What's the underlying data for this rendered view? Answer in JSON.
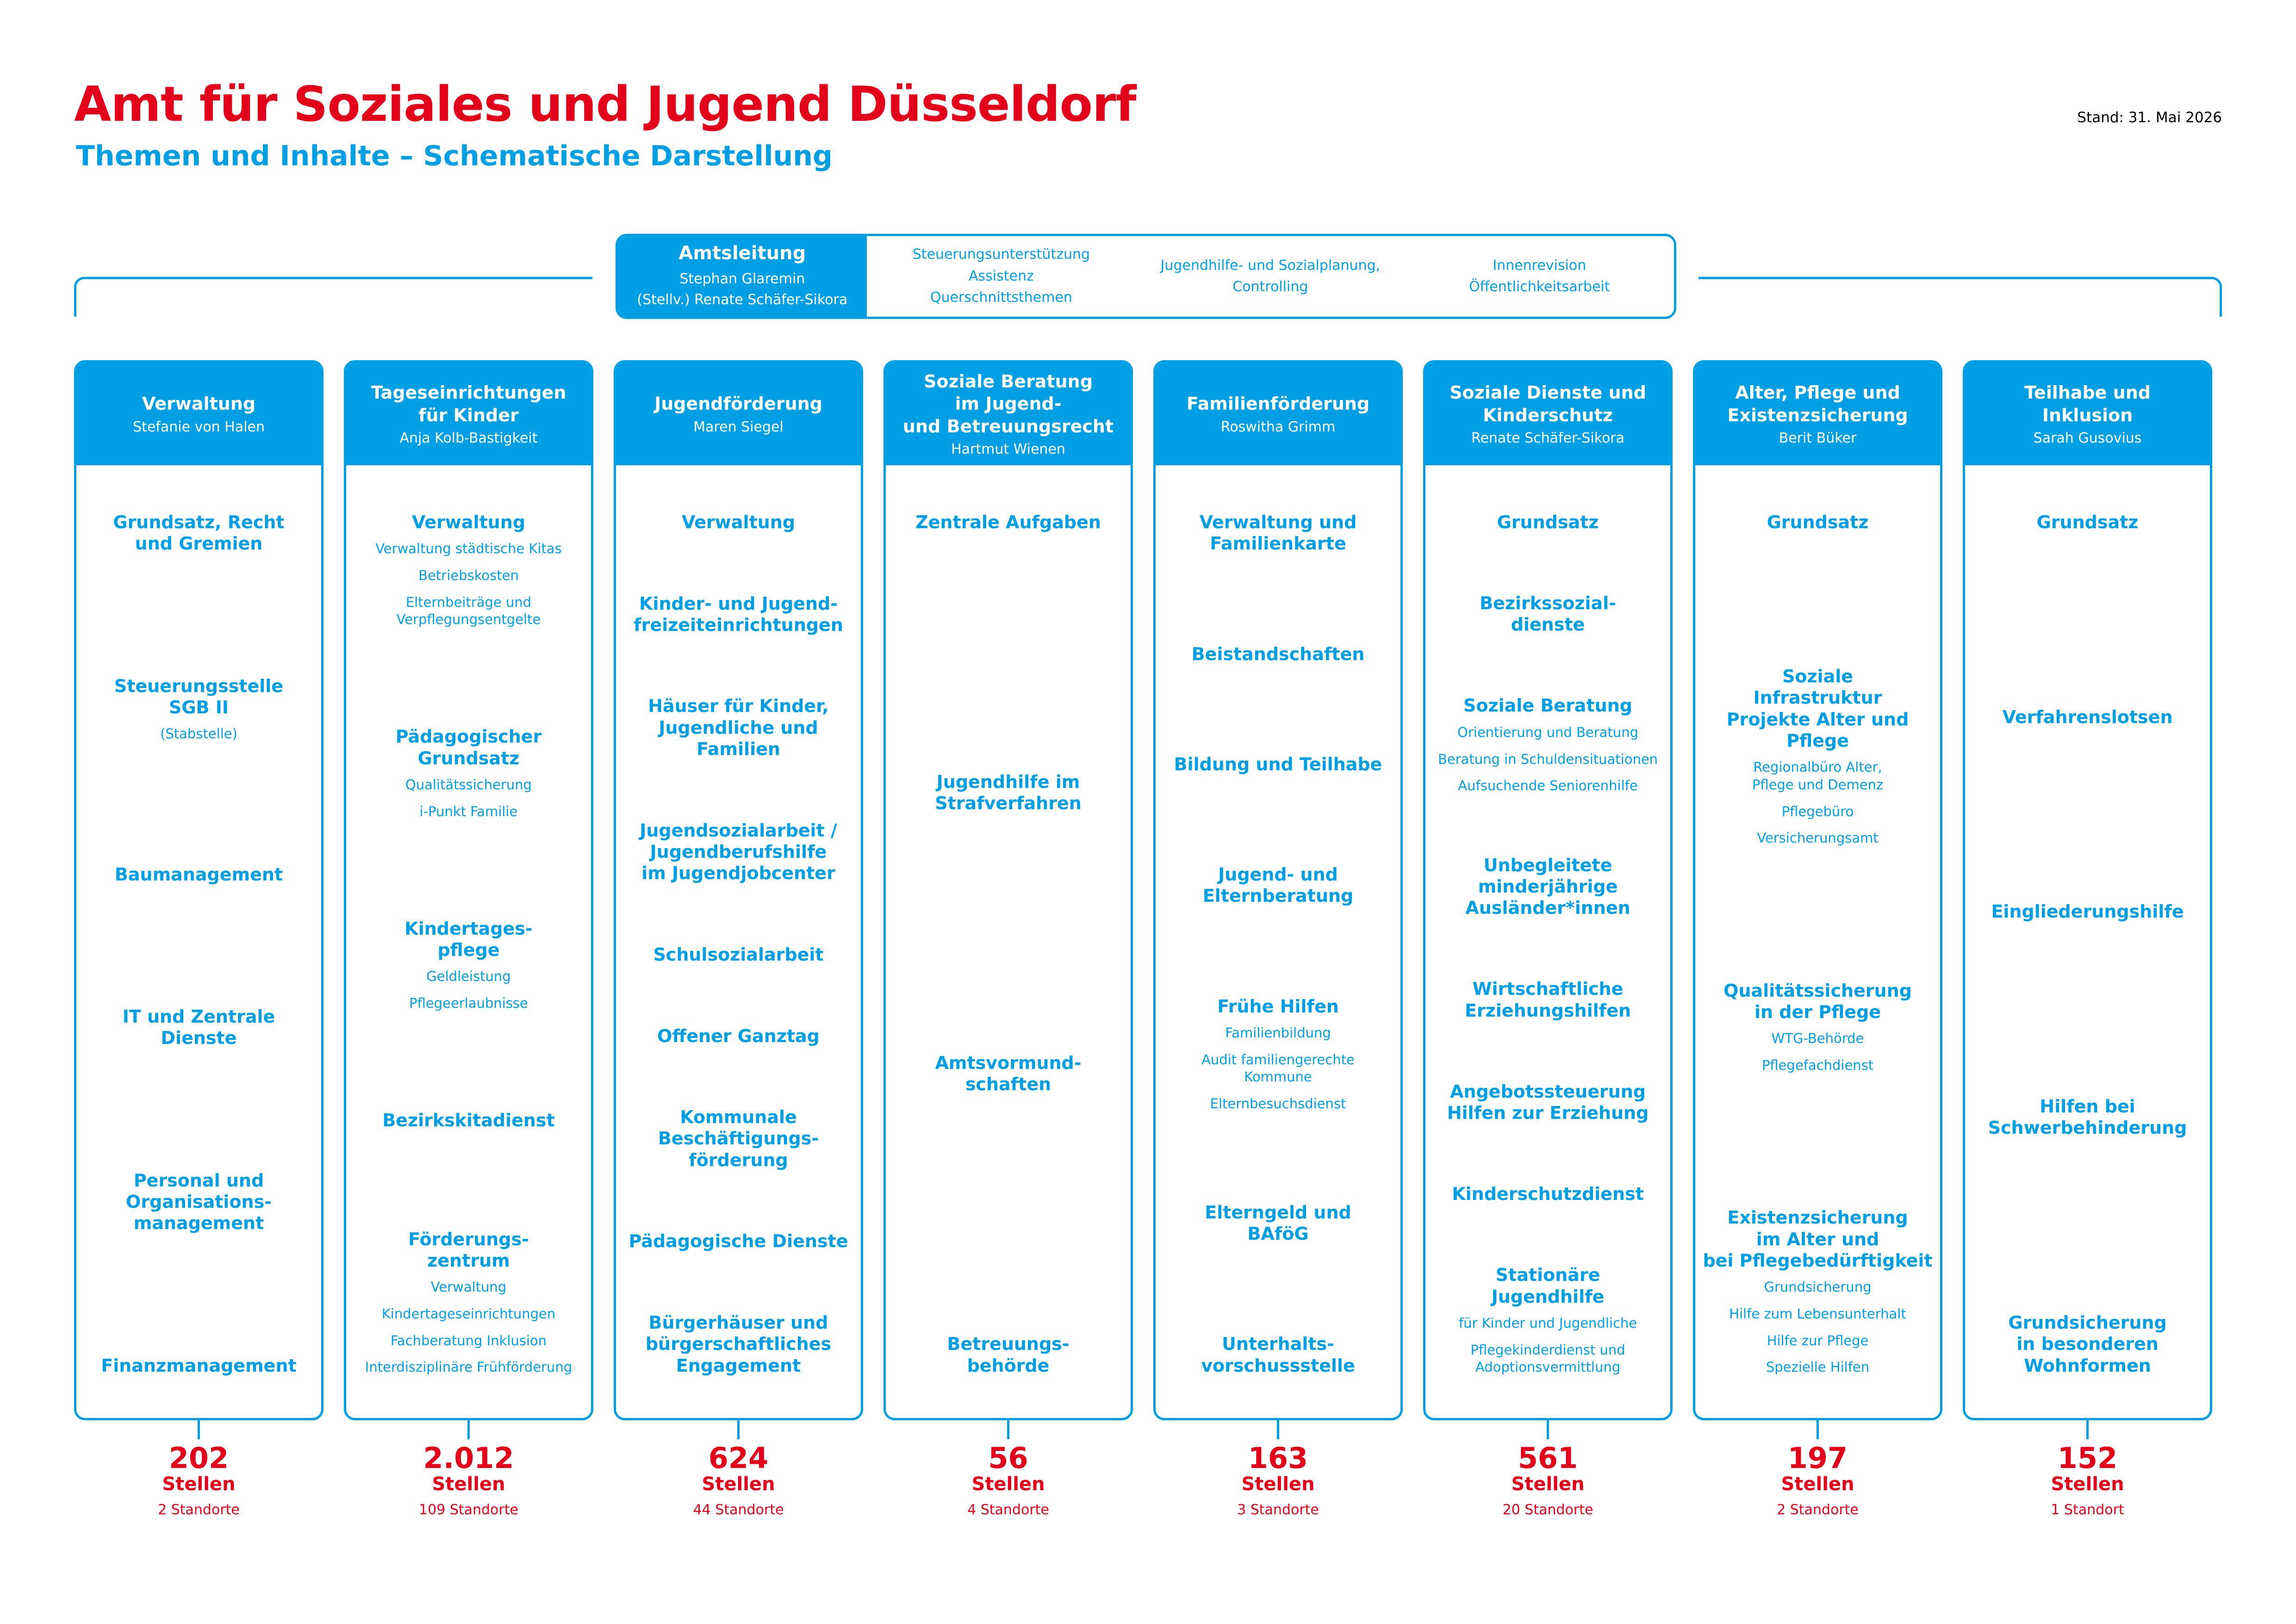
{
  "header": {
    "title": "Amt für Soziales und Jugend Düsseldorf",
    "subtitle": "Themen und Inhalte – Schematische Darstellung",
    "stand": "Stand: 31. Mai 2026"
  },
  "colors": {
    "primary": "#009fe3",
    "accent": "#e3001b"
  },
  "leadership": {
    "title": "Amtsleitung",
    "person": "Stephan Glaremin",
    "deputy": "(Stellv.) Renate Schäfer-Sikora",
    "staff": [
      "Steuerungsunterstützung\nAssistenz\nQuerschnittsthemen",
      "Jugendhilfe- und Sozialplanung,\nControlling",
      "Innenrevision\nÖffentlichkeitsarbeit"
    ]
  },
  "columns": [
    {
      "title": "Verwaltung",
      "person": "Stefanie von Halen",
      "topics": [
        {
          "title": "Grundsatz, Recht\nund Gremien",
          "subs": []
        },
        {
          "title": "Steuerungsstelle\nSGB II",
          "subs": [
            "(Stabstelle)"
          ]
        },
        {
          "title": "Baumanagement",
          "subs": []
        },
        {
          "title": "IT und Zentrale Dienste",
          "subs": []
        },
        {
          "title": "Personal und\nOrganisations-\nmanagement",
          "subs": []
        },
        {
          "title": "Finanzmanagement",
          "subs": []
        }
      ],
      "count": "202",
      "unit": "Stellen",
      "locations": "2 Standorte"
    },
    {
      "title": "Tageseinrichtungen\nfür Kinder",
      "person": "Anja Kolb-Bastigkeit",
      "topics": [
        {
          "title": "Verwaltung",
          "subs": [
            "Verwaltung städtische Kitas",
            "Betriebskosten",
            "Elternbeiträge und\nVerpflegungsentgelte"
          ]
        },
        {
          "title": "Pädagogischer\nGrundsatz",
          "subs": [
            "Qualitätssicherung",
            "i-Punkt Familie"
          ]
        },
        {
          "title": "Kindertages-\npflege",
          "subs": [
            "Geldleistung",
            "Pflegeerlaubnisse"
          ]
        },
        {
          "title": "Bezirkskitadienst",
          "subs": []
        },
        {
          "title": "Förderungs-\nzentrum",
          "subs": [
            "Verwaltung",
            "Kindertageseinrichtungen",
            "Fachberatung Inklusion",
            "Interdisziplinäre Frühförderung"
          ]
        }
      ],
      "count": "2.012",
      "unit": "Stellen",
      "locations": "109 Standorte"
    },
    {
      "title": "Jugendförderung",
      "person": "Maren Siegel",
      "topics": [
        {
          "title": "Verwaltung",
          "subs": []
        },
        {
          "title": "Kinder- und Jugend-\nfreizeiteinrichtungen",
          "subs": []
        },
        {
          "title": "Häuser für Kinder,\nJugendliche und\nFamilien",
          "subs": []
        },
        {
          "title": "Jugendsozialarbeit /\nJugendberufshilfe\nim Jugendjobcenter",
          "subs": []
        },
        {
          "title": "Schulsozialarbeit",
          "subs": []
        },
        {
          "title": "Offener Ganztag",
          "subs": []
        },
        {
          "title": "Kommunale\nBeschäftigungs-\nförderung",
          "subs": []
        },
        {
          "title": "Pädagogische Dienste",
          "subs": []
        },
        {
          "title": "Bürgerhäuser und\nbürgerschaftliches\nEngagement",
          "subs": []
        }
      ],
      "count": "624",
      "unit": "Stellen",
      "locations": "44 Standorte"
    },
    {
      "title": "Soziale Beratung\nim Jugend-\nund Betreuungsrecht",
      "person": "Hartmut Wienen",
      "topics": [
        {
          "title": "Zentrale Aufgaben",
          "subs": []
        },
        {
          "title": "Jugendhilfe im\nStrafverfahren",
          "subs": []
        },
        {
          "title": "Amtsvormund-\nschaften",
          "subs": []
        },
        {
          "title": "Betreuungs-\nbehörde",
          "subs": []
        }
      ],
      "count": "56",
      "unit": "Stellen",
      "locations": "4 Standorte"
    },
    {
      "title": "Familienförderung",
      "person": "Roswitha Grimm",
      "topics": [
        {
          "title": "Verwaltung und\nFamilienkarte",
          "subs": []
        },
        {
          "title": "Beistandschaften",
          "subs": []
        },
        {
          "title": "Bildung und Teilhabe",
          "subs": []
        },
        {
          "title": "Jugend- und\nElternberatung",
          "subs": []
        },
        {
          "title": "Frühe Hilfen",
          "subs": [
            "Familienbildung",
            "Audit familiengerechte\nKommune",
            "Elternbesuchsdienst"
          ]
        },
        {
          "title": "Elterngeld und\nBAföG",
          "subs": []
        },
        {
          "title": "Unterhalts-\nvorschussstelle",
          "subs": []
        }
      ],
      "count": "163",
      "unit": "Stellen",
      "locations": "3 Standorte"
    },
    {
      "title": "Soziale Dienste und\nKinderschutz",
      "person": "Renate Schäfer-Sikora",
      "topics": [
        {
          "title": "Grundsatz",
          "subs": []
        },
        {
          "title": "Bezirkssozial-\ndienste",
          "subs": []
        },
        {
          "title": "Soziale Beratung",
          "subs": [
            "Orientierung und Beratung",
            "Beratung in Schuldensituationen",
            "Aufsuchende Seniorenhilfe"
          ]
        },
        {
          "title": "Unbegleitete\nminderjährige\nAusländer*innen",
          "subs": []
        },
        {
          "title": "Wirtschaftliche\nErziehungshilfen",
          "subs": []
        },
        {
          "title": "Angebotssteuerung\nHilfen zur Erziehung",
          "subs": []
        },
        {
          "title": "Kinderschutzdienst",
          "subs": []
        },
        {
          "title": "Stationäre\nJugendhilfe",
          "subs": [
            "für Kinder und Jugendliche",
            "Pflegekinderdienst und\nAdoptionsvermittlung"
          ]
        }
      ],
      "count": "561",
      "unit": "Stellen",
      "locations": "20 Standorte"
    },
    {
      "title": "Alter, Pflege und\nExistenzsicherung",
      "person": "Berit Büker",
      "topics": [
        {
          "title": "Grundsatz",
          "subs": []
        },
        {
          "title": "Soziale\nInfrastruktur\nProjekte Alter und\nPflege",
          "subs": [
            "Regionalbüro Alter,\nPflege und Demenz",
            "Pflegebüro",
            "Versicherungsamt"
          ]
        },
        {
          "title": "Qualitätssicherung\nin der Pflege",
          "subs": [
            "WTG-Behörde",
            "Pflegefachdienst"
          ]
        },
        {
          "title": "Existenzsicherung\nim Alter und\nbei Pflegebedürftigkeit",
          "subs": [
            "Grundsicherung",
            "Hilfe zum Lebensunterhalt",
            "Hilfe zur Pflege",
            "Spezielle Hilfen"
          ]
        }
      ],
      "count": "197",
      "unit": "Stellen",
      "locations": "2 Standorte"
    },
    {
      "title": "Teilhabe und\nInklusion",
      "person": "Sarah Gusovius",
      "topics": [
        {
          "title": "Grundsatz",
          "subs": []
        },
        {
          "title": "Verfahrenslotsen",
          "subs": []
        },
        {
          "title": "Eingliederungshilfe",
          "subs": []
        },
        {
          "title": "Hilfen bei\nSchwerbehinderung",
          "subs": []
        },
        {
          "title": "Grundsicherung\nin besonderen\nWohnformen",
          "subs": []
        }
      ],
      "count": "152",
      "unit": "Stellen",
      "locations": "1 Standort"
    }
  ]
}
